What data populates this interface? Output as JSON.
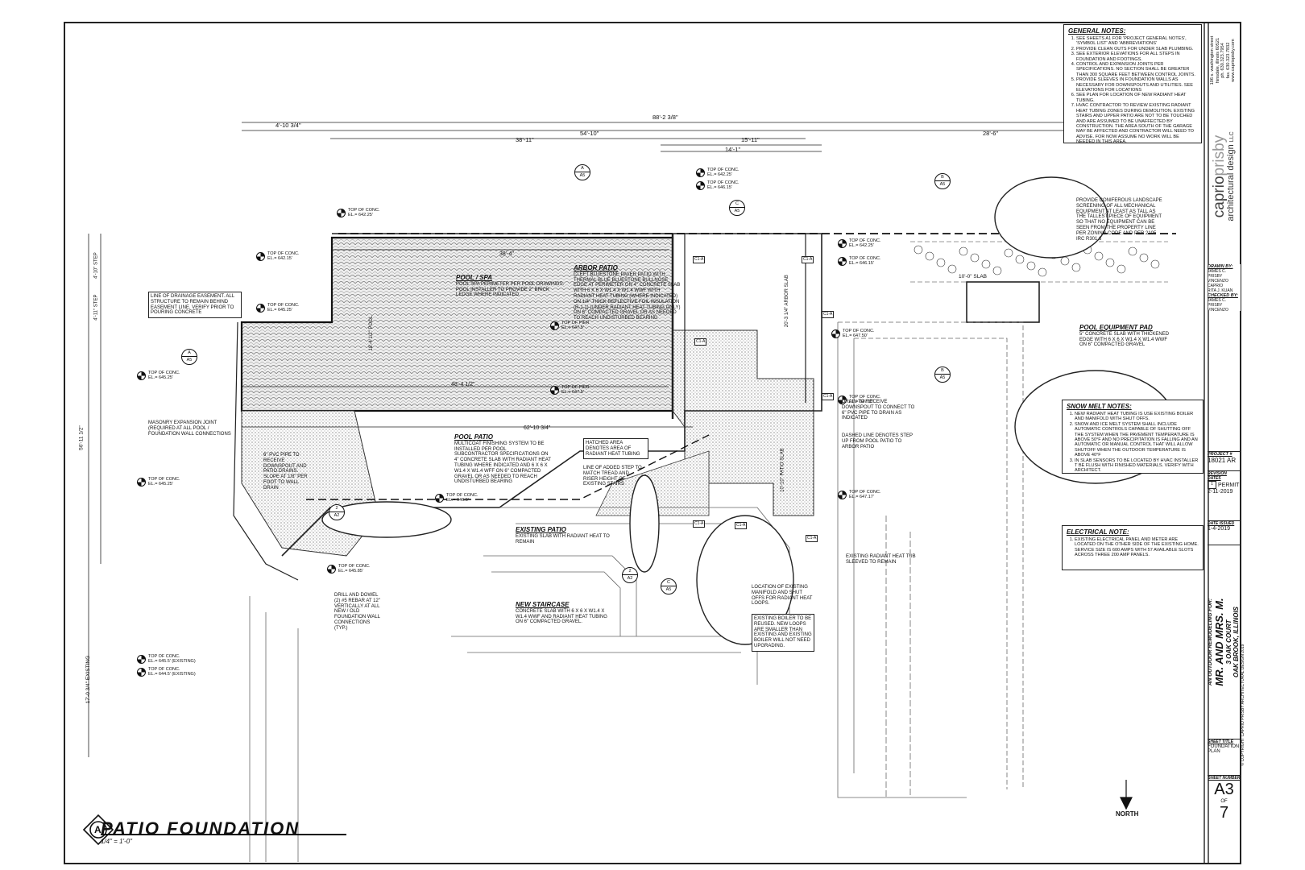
{
  "firm": {
    "name_a": "caprio",
    "name_b": "prisby",
    "subname": "architectural design",
    "suffix": "LLC",
    "address": "106 s. washington street",
    "city": "hinsdale, illinois 60521",
    "phone": "ph. 630.323.7954",
    "fax": "fax. 630.323.7832",
    "web": "www.capriopisby.com"
  },
  "general_notes": {
    "title": "GENERAL NOTES:",
    "items": [
      "SEE SHEETS A1 FOR 'PROJECT GENERAL NOTES', 'SYMBOL LIST' AND 'ABBREVIATIONS'",
      "PROVIDE CLEAN OUTS FOR UNDER SLAB PLUMBING.",
      "SEE EXTERIOR ELEVATIONS FOR ALL STEPS IN FOUNDATION AND FOOTINGS.",
      "CONTROL AND EXPANSION JOINTS PER SPECIFICATIONS. NO SECTION SHALL BE GREATER THAN 300 SQUARE FEET BETWEEN CONTROL JOINTS.",
      "PROVIDE SLEEVES IN FOUNDATION WALLS AS NECESSARY FOR DOWNSPOUTS AND UTILITIES. SEE ELEVATIONS FOR LOCATIONS",
      "SEE PLAN FOR LOCATION OF NEW RADIANT HEAT TUBING.",
      "HVAC CONTRACTOR TO REVIEW EXISTING RADIANT HEAT TUBING ZONES DURING DEMOLITION. EXISTING STAIRS AND UPPER PATIO ARE NOT TO BE TOUCHED AND ARE ASSUMED TO BE UNAFFECTED BY CONSTRUCTION. THE AREA SOUTH OF THE GARAGE MAY BE AFFECTED AND CONTRACTOR WILL NEED TO ADVISE. FOR NOW ASSUME NO WORK WILL BE NEEDED IN THIS AREA."
    ]
  },
  "snow_melt": {
    "title": "SNOW MELT NOTES:",
    "items": [
      "NEW RADIANT HEAT TUBING IS USE EXISTING BOILER AND MANIFOLD WITH SHUT OFFS.",
      "SNOW AND ICE MELT SYSTEM SHALL INCLUDE AUTOMATIC CONTROLS CAPABLE OF SHUTTING OFF THE SYSTEM WHEN THE PAVEMENT TEMPERATURE IS ABOVE 50°F AND NO PRECIPITATION IS FALLING AND AN AUTOMATIC OR MANUAL CONTROL THAT WILL ALLOW SHUTOFF WHEN THE OUTDOOR TEMPERATURE IS ABOVE 40°F",
      "IN SLAB SENSORS TO BE LOCATED BY HVAC INSTALLER T BE FLUSH WITH FINISHED MATERIALS. VERIFY WITH ARCHITECT."
    ]
  },
  "electrical": {
    "title": "ELECTRICAL NOTE:",
    "items": [
      "EXISTING ELECTRICAL PANEL AND METER ARE LOCATED ON THE OTHER SIDE OF THE EXISTING HOME. SERVICE SIZE IS 600 AMPS WITH 57 AVAILABLE SLOTS ACROSS THREE 200 AMP PANELS."
    ]
  },
  "title_block": {
    "drawn_by_label": "DRAWN BY:",
    "drawn_by": [
      "JAMES C. PRISBY",
      "VINCENZO CAPRIO",
      "RITA J. KUAN"
    ],
    "checked_by_label": "CHECKED BY:",
    "checked_by": [
      "JAMES C. PRISBY",
      "VINCENZO CAPRIO"
    ],
    "project_label": "PROJECT #",
    "project_no": "18021 AR",
    "revision_label": "REVISION DATES",
    "revision_name": "PERMIT",
    "revision_tag": "1",
    "revision_date": "2-11-2019",
    "date_issued_label": "DATE ISSUED",
    "date_issued": "1-4-2019",
    "project_for": "AN OUTDOOR REMODELING FOR:",
    "client": "MR. AND MRS. M.",
    "address1": "3 OAK COURT",
    "address2": "OAK BROOK, ILLINOIS",
    "sheet_title_label": "SHEET TITLE",
    "sheet_title": "FOUNDATION PLAN",
    "sheet_number_label": "SHEET NUMBER",
    "sheet_number": "A3",
    "sheet_of": "OF",
    "sheet_total": "7",
    "copyright": "© COPYRIGHT CAPRIO PRISBY ARCHITECTURAL DESIGN 2019"
  },
  "drawing": {
    "title": "PATIO FOUNDATION",
    "scale": "1/4\" = 1'-0\"",
    "tag": "A",
    "north": "NORTH"
  },
  "dims": {
    "overall": "88'-2 3/8\"",
    "d1": "4'-10 3/4\"",
    "d2": "54'-10\"",
    "d3": "28'-6\"",
    "d4": "38'-11\"",
    "d5": "15'-11\"",
    "d6": "14'-1\"",
    "pool_w": "38'-4\"",
    "pool_w2": "48'-4 1/2\"",
    "patio_w": "62'-10 3/4\"",
    "slab": "10'-0\" SLAB",
    "v_overall": "56'-11 1/2\"",
    "v_exist": "17'-0 3/4\" EXISTING",
    "v1": "4'-10\" STEP",
    "v2": "4'-11\" STEP",
    "arbor": "20'-3 1/4\" ARBOR SLAB",
    "patio_slab": "10'-10\" PATIO SLAB",
    "pool_d": "18'-4 1/2\" POOL"
  },
  "labels": {
    "pool_spa_title": "POOL / SPA",
    "pool_spa": "POOL SPA PERIMETER PER POOL DRAWINGS. POOL INSTALLER TO PROVIDE 2\" BRICK LEDGE WHERE INDICATED",
    "arbor_title": "ARBOR PATIO",
    "arbor": "CLEFT BLUESTONE PAVER PATIO WITH THERMAL BLUE BLUESTONE BULLNOSE EDGE AT PERIMETER ON 4\" CONCRETE SLAB WITH 6 X 6 X W1.4 X W1.4 WWF WITH RADIANT HEAT TUBING (WHERE INDICATED) ON 1/4\" THICK REFLECTIVE FOIL INSULATION (R-1.1) (UNDER RADIANT HEAT TUBING ONLY) ON 6\" COMPACTED GRAVEL OR AS NEEDED TO REACH UNDISTURBED BEARING",
    "pool_patio_title": "POOL PATIO",
    "pool_patio": "MULTICOAT FINISHING SYSTEM TO BE INSTALLED PER POOL SUBCONTRACTOR SPECIFICATIONS ON 4\" CONCRETE SLAB WITH RADIANT HEAT TUBING WHERE INDICATED AND 6 X 6 X W1.4 X W1.4 WFF ON 6\" COMPACTED GRAVEL OR AS NEEDED TO REACH UNDISTURBED BEARING",
    "existing_patio_title": "EXISTING PATIO",
    "existing_patio": "EXISTING SLAB WITH RADIANT HEAT TO REMAIN",
    "new_stair_title": "NEW STAIRCASE",
    "new_stair": "CONCRETE SLAB WITH 6 X 6 X W1.4 X W1.4 WWF AND RADIANT HEAT TUBING ON 6\" COMPACTED GRAVEL.",
    "equip_title": "POOL EQUIPMENT PAD",
    "equip": "5\" CONCRETE SLAB WITH THICKENED EDGE WITH 6 X 6 X W1.4 X W1.4 WWF ON 6\" COMPACTED GRAVEL",
    "easement": "LINE OF DRAINAGE EASEMENT. ALL STRUCTURE TO REMAIN BEHIND EASEMENT LINE. VERIFY PRIOR TO POURING CONCRETE",
    "masonry": "MASONRY EXPANSION JOINT (REQUIRED AT ALL POOL / FOUNDATION WALL CONNECTIONS",
    "pvc": "6\" PVC PIPE TO RECEIVE DOWNSPOUT AND PATIO DRAINS. SLOPE AT 1/8\" PER FOOT TO WALL DRAIN",
    "drill": "DRILL AND DOWEL (2) #5 REBAR AT 12\" VERTICALLY AT ALL NEW / OLD FOUNDATION WALL CONNECTIONS (TYP.)",
    "hatched": "HATCHED AREA DENOTES AREA OF RADIANT HEAT TUBING",
    "added_step": "LINE OF ADDED STEP TO MATCH TREAD AND RISER HEIGHT OF EXISTING STAIRS",
    "drain": "DRAIN TO RECEIVE DOWNSPOUT TO CONNECT TO 6\" PVC PIPE TO DRAIN AS INDICATED",
    "dashed": "DASHED LINE DENOTES STEP UP FROM POOL PATIO TO ARBOR PATIO",
    "existing_radiant": "EXISTING RADIANT HEAT TUB SLEEVED TO REMAIN",
    "manifold": "LOCATION OF EXISTING MANIFOLD AND SHUT OFFS FOR RADIANT HEAT LOOPS.",
    "boiler": "EXISTING BOILER TO BE REUSED. NEW LOOPS ARE SMALLER THAN EXISTING AND EXISTING BOILER WILL NOT NEED UPGRADING.",
    "conifer": "PROVIDE CONIFEROUS LANDSCAPE SCREENING OF ALL MECHANICAL EQUIPMENT AT LEAST AS TALL AS THE TALLEST PIECE OF EQUIPMENT SO THAT NO EQUIPMENT CAN BE SEEN FROM THE PROPERTY LINE PER ZONING CODE AND PER 2105 IRC R301.6"
  },
  "elevations": [
    {
      "top": "TOP OF CONC.",
      "el": "EL.= 642.25'"
    },
    {
      "top": "TOP OF CONC.",
      "el": "EL.= 642.15'"
    },
    {
      "top": "TOP OF CONC.",
      "el": "EL.= 645.25'"
    },
    {
      "top": "TOP OF CONC.",
      "el": "EL.= 645.25'"
    },
    {
      "top": "TOP OF CONC.",
      "el": "EL.= 645.25'"
    },
    {
      "top": "TOP OF CONC.",
      "el": "EL.= 645.85'"
    },
    {
      "top": "TOP OF CONC.",
      "el": "EL.= 645.5' (EXISTING)"
    },
    {
      "top": "TOP OF CONC.",
      "el": "EL.= 644.5' (EXISTING)"
    },
    {
      "top": "TOP OF CONC.",
      "el": "EL.= 642.25'"
    },
    {
      "top": "TOP OF CONC.",
      "el": "EL.= 646.15'"
    },
    {
      "top": "TOP OF CONC.",
      "el": "EL.= 642.25'"
    },
    {
      "top": "TOP OF CONC.",
      "el": "EL.= 646.15'"
    },
    {
      "top": "TOP OF CONC.",
      "el": "EL.= 647.50'"
    },
    {
      "top": "TOP OF CONC.",
      "el": "EL.= 647.17'"
    },
    {
      "top": "TOP OF CONC.",
      "el": "EL.= 647.17'"
    },
    {
      "top": "TOP OF PIER",
      "el": "EL.= 647.5'"
    },
    {
      "top": "TOP OF PIER",
      "el": "EL.= 647.5'"
    },
    {
      "top": "TOP OF CONC.",
      "el": "EL.= 646.5'"
    }
  ],
  "sections": [
    {
      "tag": "A",
      "sheet": "A5"
    },
    {
      "tag": "A",
      "sheet": "A5"
    },
    {
      "tag": "B",
      "sheet": "A5"
    },
    {
      "tag": "B",
      "sheet": "A5"
    },
    {
      "tag": "C",
      "sheet": "A5"
    },
    {
      "tag": "C",
      "sheet": "A5"
    },
    {
      "tag": "2",
      "sheet": "A2"
    },
    {
      "tag": "2",
      "sheet": "A2"
    }
  ],
  "tags": {
    "c1a": "C1-A"
  }
}
